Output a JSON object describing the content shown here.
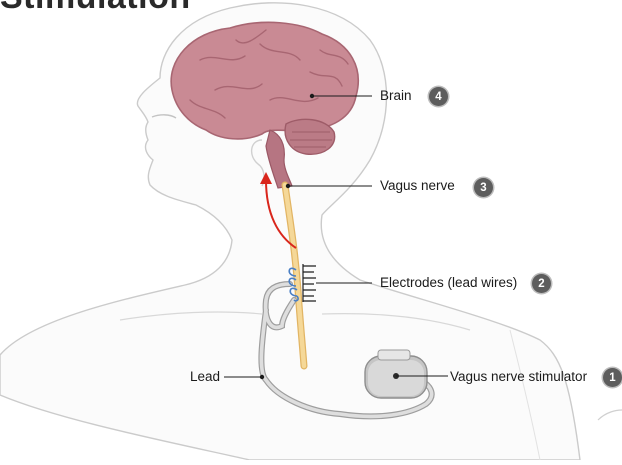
{
  "title": "Stimulation",
  "labels": {
    "brain": "Brain",
    "vagus_nerve": "Vagus nerve",
    "electrodes": "Electrodes (lead wires)",
    "lead": "Lead",
    "stimulator": "Vagus nerve stimulator"
  },
  "badges": {
    "brain": "4",
    "vagus_nerve": "3",
    "electrodes": "2",
    "stimulator": "1"
  },
  "colors": {
    "skin_outline": "#c9c9c9",
    "brain": "#c98a94",
    "brain_dark": "#a86672",
    "nerve": "#f2cf8a",
    "lead": "#d5d5d5",
    "arrow": "#d9261c",
    "coil": "#4a7fc4",
    "badge": "#5d5d5d"
  }
}
